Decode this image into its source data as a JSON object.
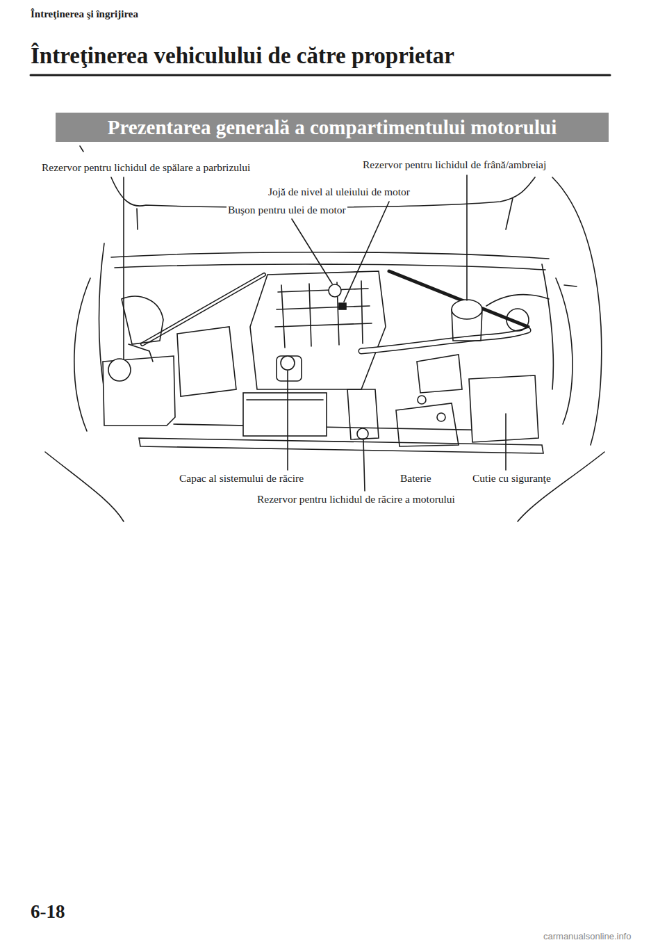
{
  "diagram": {
    "title": "Întreţinerea vehiculului de către proprietar",
    "nodes": [
      {
        "text": [
          "Prezentarea generală a compartimentului motorului"
        ]
      }
    ],
    "labels": [
      "Întreţinerea şi îngrijirea",
      "Rezervor pentru lichidul de spălare a parbrizului",
      "Rezervor pentru lichidul de frână/ambreiaj",
      "Jojă de nivel al uleiului de motor",
      "Buşon pentru ulei de motor",
      "Capac al sistemului de răcire",
      "Baterie",
      "Cutie cu siguranţe",
      "Rezervor pentru lichidul de răcire a motorului",
      "6-18",
      "carmanualsonline.info"
    ]
  }
}
